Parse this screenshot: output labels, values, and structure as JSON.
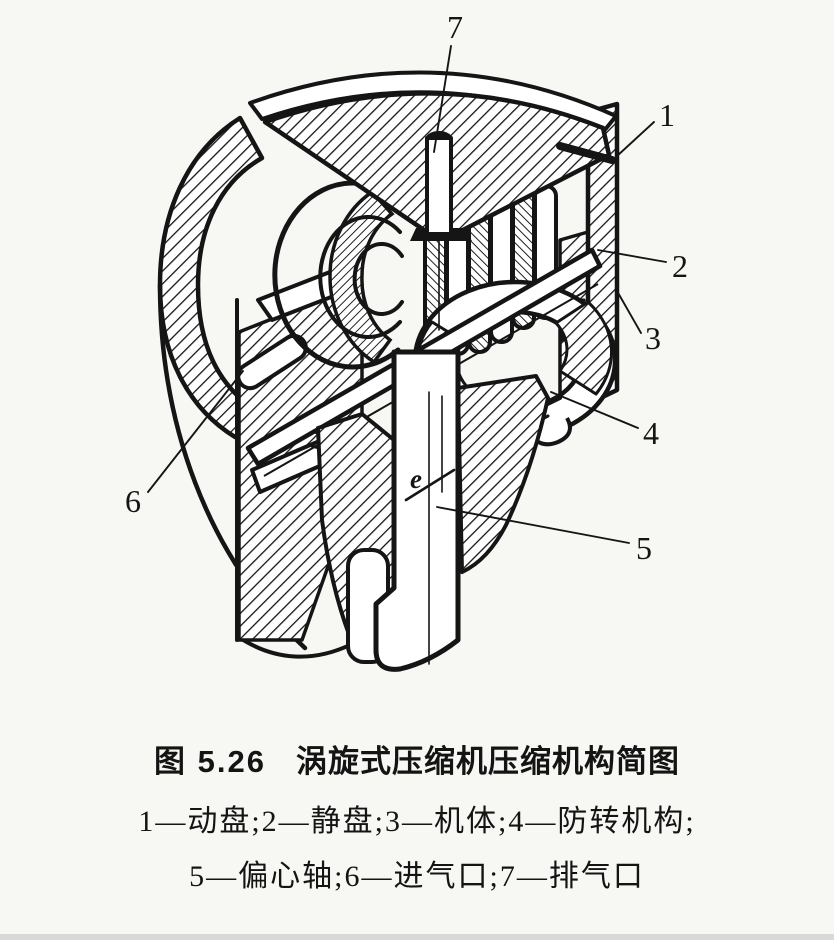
{
  "figure": {
    "caption_prefix": "图 5.26",
    "caption_title": "涡旋式压缩机压缩机构简图",
    "legend_line1": "1—动盘;2—静盘;3—机体;4—防转机构;",
    "legend_line2": "5—偏心轴;6—进气口;7—排气口",
    "parts": [
      {
        "number": "1",
        "name": "动盘"
      },
      {
        "number": "2",
        "name": "静盘"
      },
      {
        "number": "3",
        "name": "机体"
      },
      {
        "number": "4",
        "name": "防转机构"
      },
      {
        "number": "5",
        "name": "偏心轴"
      },
      {
        "number": "6",
        "name": "进气口"
      },
      {
        "number": "7",
        "name": "排气口"
      }
    ],
    "callouts": {
      "n1": "1",
      "n2": "2",
      "n3": "3",
      "n4": "4",
      "n5": "5",
      "n6": "6",
      "n7": "7",
      "eccentricity": "e"
    }
  },
  "colors": {
    "ink": "#151515",
    "background": "#f7f7f4",
    "bottom_strip": "#d9d9d9"
  }
}
